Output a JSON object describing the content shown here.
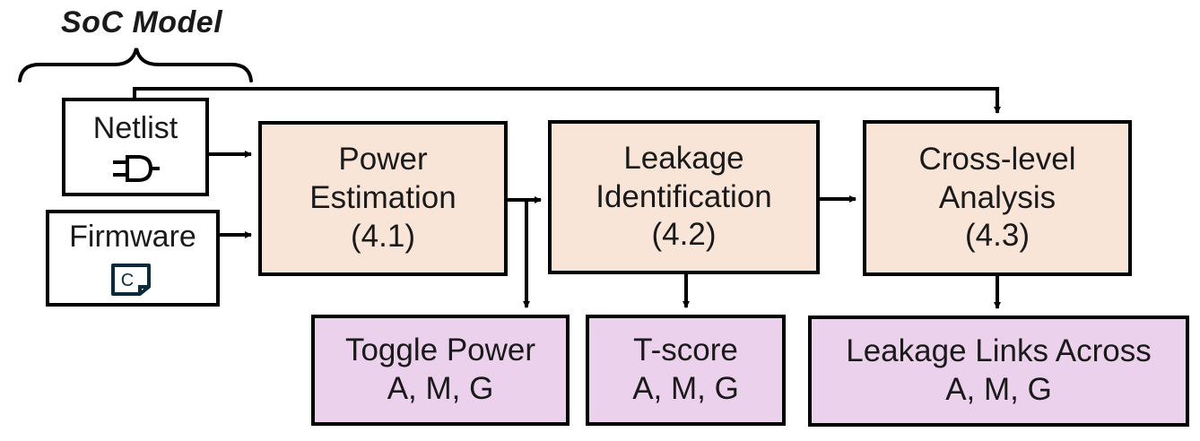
{
  "title": "SoC Model",
  "inputs": {
    "netlist": {
      "label": "Netlist",
      "icon": "plug-icon"
    },
    "firmware": {
      "label": "Firmware",
      "icon": "code-file-icon",
      "icon_letter": "C"
    }
  },
  "stages": [
    {
      "line1": "Power",
      "line2": "Estimation",
      "section": "(4.1)"
    },
    {
      "line1": "Leakage",
      "line2": "Identification",
      "section": "(4.2)"
    },
    {
      "line1": "Cross-level",
      "line2": "Analysis",
      "section": "(4.3)"
    }
  ],
  "outputs": [
    {
      "line1": "Toggle Power",
      "line2": "A, M, G"
    },
    {
      "line1": "T-score",
      "line2": "A, M, G"
    },
    {
      "line1": "Leakage Links Across",
      "line2": "A, M, G"
    }
  ],
  "colors": {
    "stage_fill": "#f8e5d8",
    "output_fill": "#ebd1eb",
    "border": "#000000"
  }
}
